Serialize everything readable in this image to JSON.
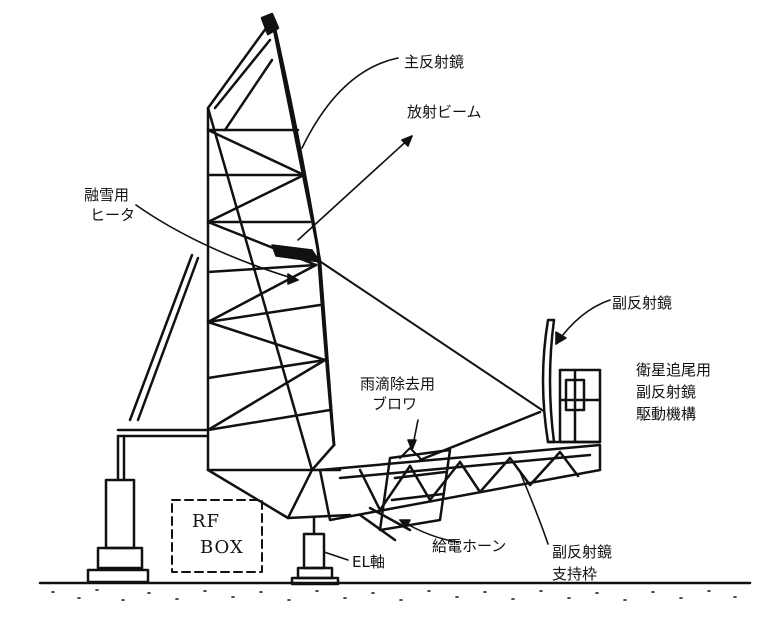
{
  "labels": {
    "main_reflector": "主反射鏡",
    "radiated_beam": "放射ビーム",
    "snow_heater_line1": "融雪用",
    "snow_heater_line2": "ヒータ",
    "subreflector": "副反射鏡",
    "tracking_line1": "衛星追尾用",
    "tracking_line2": "副反射鏡",
    "tracking_line3": "駆動機構",
    "rain_blower_line1": "雨滴除去用",
    "rain_blower_line2": "ブロワ",
    "rf_box_line1": "RF",
    "rf_box_line2": "BOX",
    "el_axis": "EL軸",
    "feed_horn": "給電ホーン",
    "sub_support_line1": "副反射鏡",
    "sub_support_line2": "支持枠"
  },
  "colors": {
    "ink": "#111111",
    "paper": "#ffffff"
  }
}
